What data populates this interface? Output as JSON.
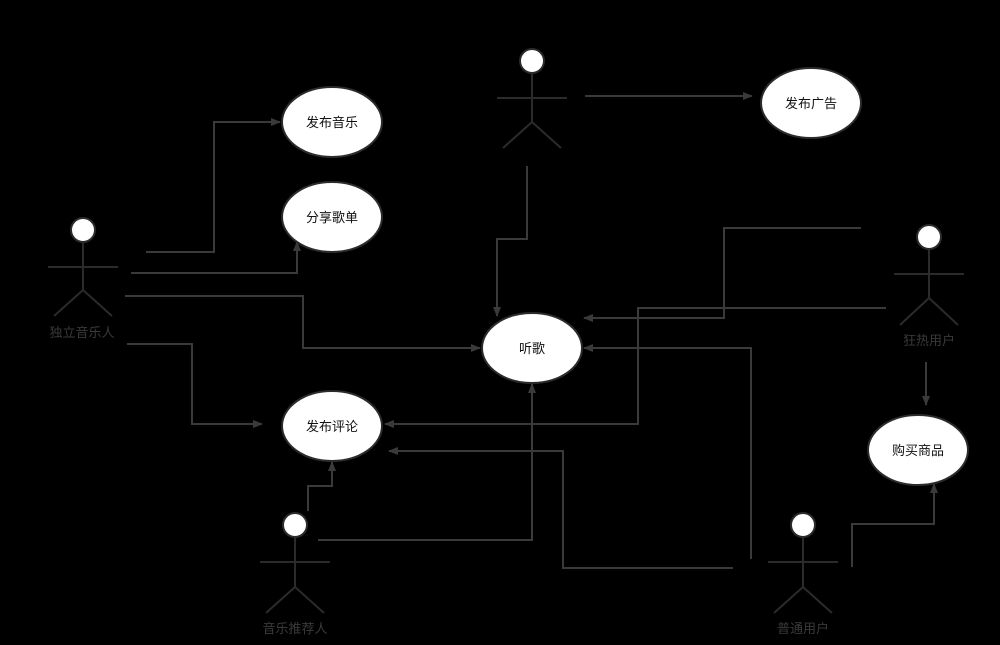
{
  "colors": {
    "background": "#000000",
    "connector": "#3a3a3a",
    "node_fill": "#ffffff",
    "node_stroke": "#2b2b2b",
    "actor_label": "#3a3a3a",
    "usecase_label": "#111111"
  },
  "actors": {
    "independent_musician": "独立音乐人",
    "advertiser": "",
    "enthusiast_user": "狂热用户",
    "music_recommender": "音乐推荐人",
    "regular_user": "普通用户"
  },
  "use_cases": {
    "publish_music": "发布音乐",
    "share_playlist": "分享歌单",
    "publish_ad": "发布广告",
    "listen": "听歌",
    "post_comment": "发布评论",
    "buy_goods": "购买商品"
  }
}
